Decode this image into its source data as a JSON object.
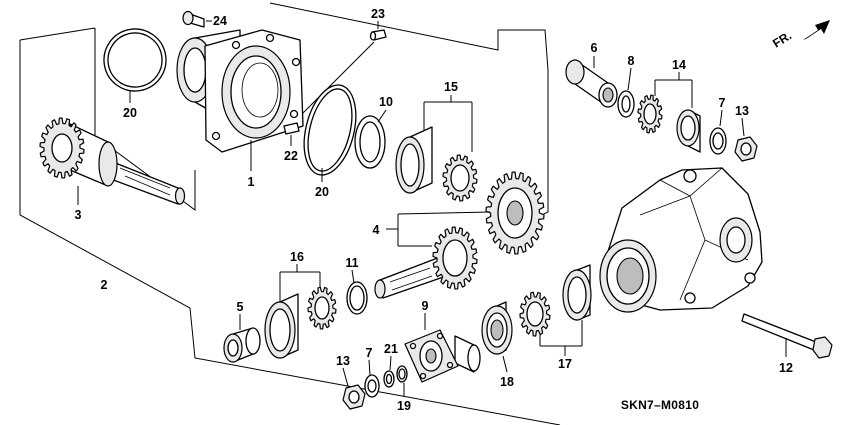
{
  "diagram": {
    "direction_label": "FR.",
    "code": "SKN7–M0810",
    "callouts": [
      "24",
      "23",
      "20",
      "20",
      "1",
      "22",
      "3",
      "2",
      "10",
      "15",
      "6",
      "8",
      "14",
      "7",
      "13",
      "4",
      "16",
      "11",
      "5",
      "9",
      "13",
      "7",
      "21",
      "19",
      "18",
      "17",
      "12"
    ]
  }
}
